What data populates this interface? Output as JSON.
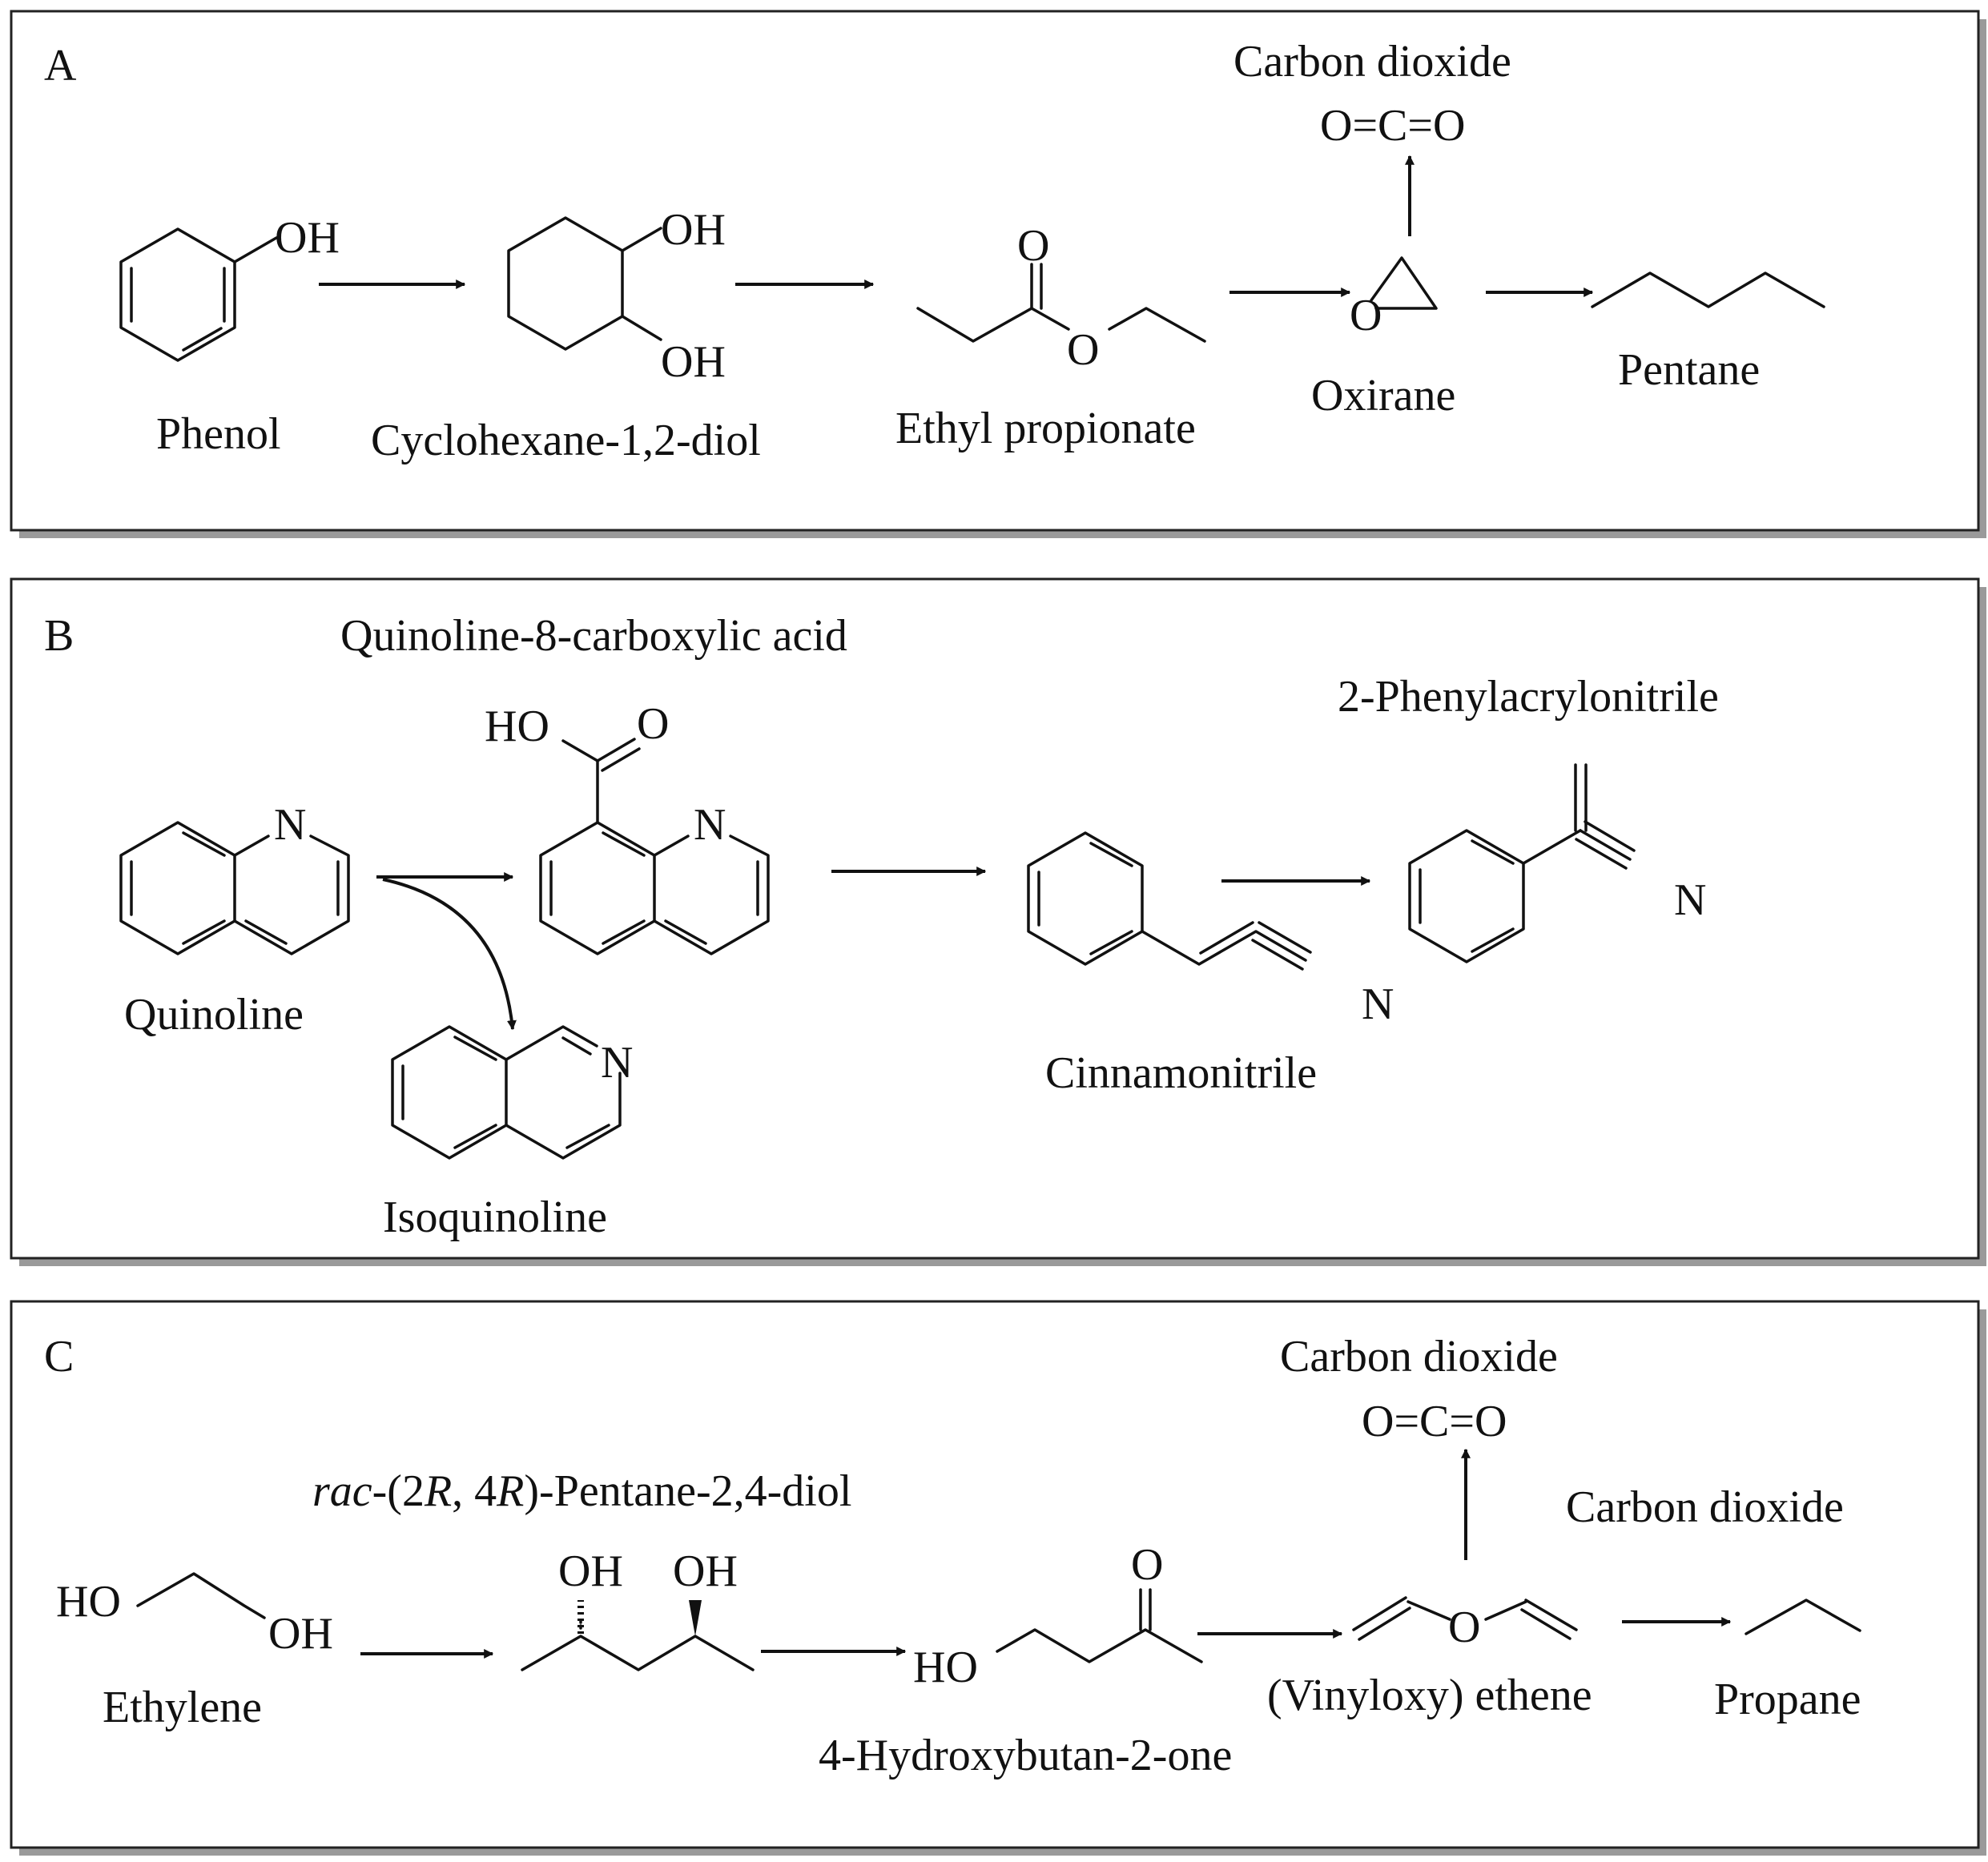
{
  "panels": [
    {
      "letter": "A",
      "labels": {
        "phenol": "Phenol",
        "cyclohexanediol": "Cyclohexane-1,2-diol",
        "ethyl_propionate": "Ethyl propionate",
        "oxirane": "Oxirane",
        "pentane": "Pentane",
        "carbon_dioxide": "Carbon dioxide",
        "co2_formula": "O=C=O"
      },
      "atoms": {
        "oh": "OH",
        "o": "O"
      }
    },
    {
      "letter": "B",
      "labels": {
        "quinoline": "Quinoline",
        "isoquinoline": "Isoquinoline",
        "quinoline_8_carboxylic_acid": "Quinoline-8-carboxylic acid",
        "cinnamonitrile": "Cinnamonitrile",
        "phenylacrylonitrile": "2-Phenylacrylonitrile"
      },
      "atoms": {
        "n": "N",
        "ho": "HO",
        "o": "O"
      }
    },
    {
      "letter": "C",
      "labels": {
        "ethylene": "Ethylene",
        "pentanediol_prefix": "rac",
        "pentanediol_mid1": "-(2",
        "pentanediol_r": "R",
        "pentanediol_mid2": ", 4",
        "pentanediol_suffix": ")-Pentane-2,4-diol",
        "hydroxybutanone": "4-Hydroxybutan-2-one",
        "vinyloxy_ethene": "(Vinyloxy) ethene",
        "propane": "Propane",
        "carbon_dioxide_top": "Carbon dioxide",
        "co2_formula": "O=C=O",
        "carbon_dioxide_right": "Carbon dioxide"
      },
      "atoms": {
        "ho": "HO",
        "oh": "OH",
        "o": "O"
      }
    }
  ]
}
